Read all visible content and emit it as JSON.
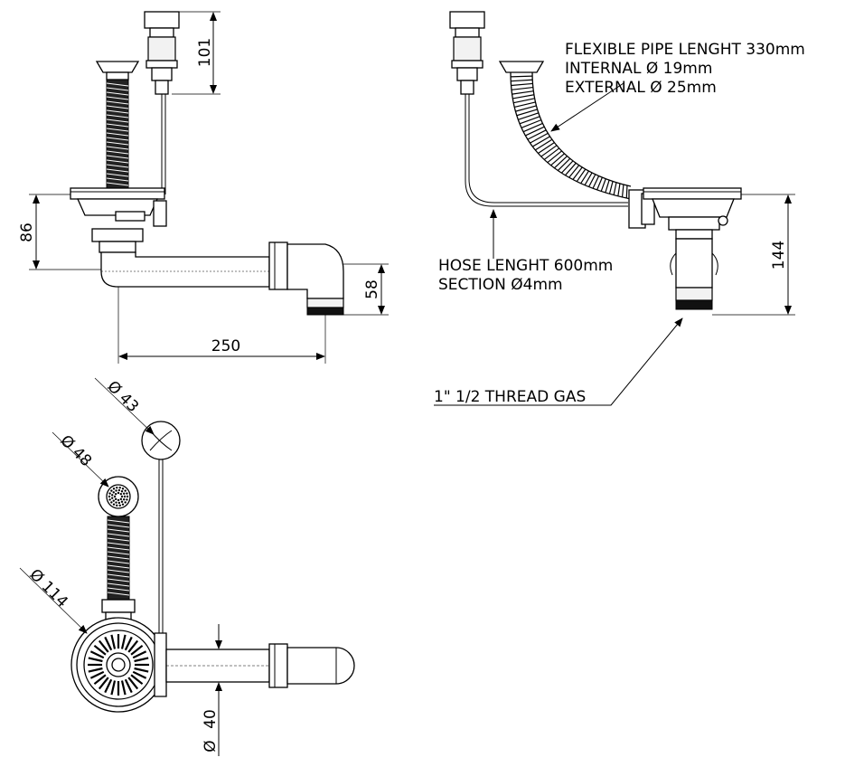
{
  "dimensions": {
    "d101": "101",
    "d86": "86",
    "d58": "58",
    "d250": "250",
    "d144": "144",
    "d40": "40",
    "dia43": "Ø 43",
    "dia48": "Ø 48",
    "dia114": "Ø 114",
    "dia40": "Ø"
  },
  "notes": {
    "pipe_line1": "FLEXIBLE PIPE LENGHT 330mm",
    "pipe_line2": "INTERNAL Ø 19mm",
    "pipe_line3": "EXTERNAL Ø 25mm",
    "hose_line1": "HOSE LENGHT 600mm",
    "hose_line2": "SECTION Ø4mm",
    "thread": "1\" 1/2 THREAD GAS"
  },
  "colors": {
    "line": "#000000",
    "background": "#ffffff"
  }
}
